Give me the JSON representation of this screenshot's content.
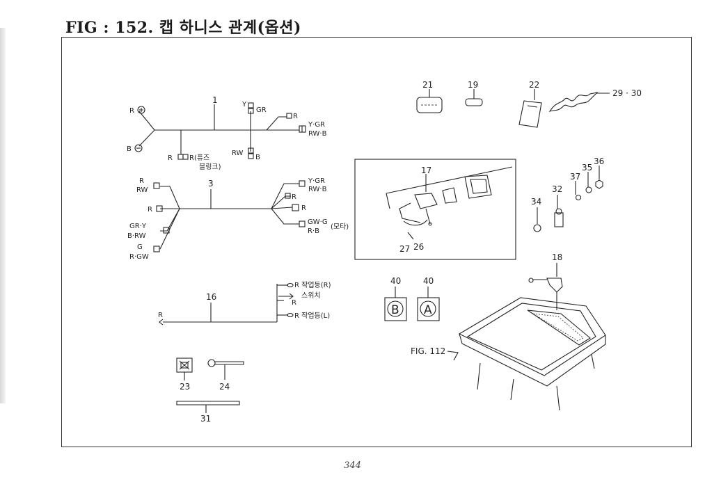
{
  "figure": {
    "title": "FIG : 152. 캡 하니스 관계(옵션)",
    "page_number": "344"
  },
  "harness_1": {
    "callout": "1",
    "labels": {
      "r_plus": "R",
      "b_minus": "B",
      "y": "Y",
      "gr": "GR",
      "r_top": "R",
      "y_gr": "Y·GR",
      "rw_b": "RW·B",
      "rw": "RW",
      "b": "B",
      "r_fuse_left": "R",
      "r_fuse_right": "R(퓨즈",
      "fuse_block": "블링크)"
    }
  },
  "harness_3": {
    "callout": "3",
    "labels": {
      "r_top": "R",
      "rw_top": "RW",
      "r_mid": "R",
      "gr_y": "GR·Y",
      "b_rw": "B·RW",
      "g": "G",
      "r_gw": "R·GW",
      "y_gr": "Y·GR",
      "rw_b": "RW·B",
      "r_right1": "R",
      "r_right2": "R",
      "gw_g": "GW·G",
      "r_b": "R·B",
      "motor": "(모타)"
    }
  },
  "harness_16": {
    "callout": "16",
    "labels": {
      "r_end": "R",
      "r_work_r": "R 작업등(R)",
      "switch": "스위치",
      "r_switch": "R",
      "r_work_l": "R 작업등(L)"
    }
  },
  "parts": {
    "p19": "19",
    "p21": "21",
    "p22": "22",
    "p29_30": "29 · 30",
    "p17": "17",
    "p26": "26",
    "p27": "27",
    "p32": "32",
    "p34": "34",
    "p35": "35",
    "p36": "36",
    "p37": "37",
    "p18": "18",
    "p40a": "40",
    "p40b": "40",
    "p23": "23",
    "p24": "24",
    "p31": "31"
  },
  "badges": {
    "b": "B",
    "a": "A"
  },
  "fig_ref": "FIG. 112"
}
